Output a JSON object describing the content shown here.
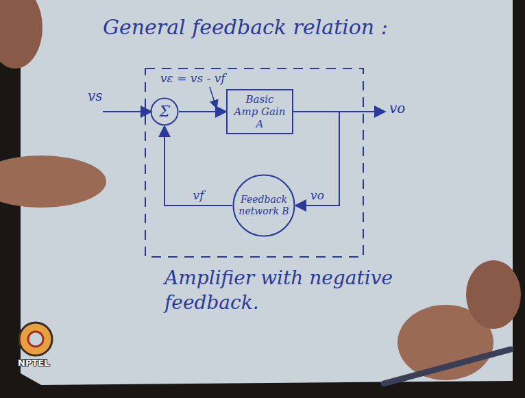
{
  "diagram": {
    "title": "General feedback relation :",
    "caption": "Amplifier with negative feedback.",
    "nodes": [
      {
        "text": [
          "Σ"
        ]
      },
      {
        "text": [
          "Basic Amp Gain A"
        ]
      },
      {
        "text": [
          "Feedback network B"
        ]
      }
    ],
    "edges": [
      {
        "from": 0,
        "to": 1,
        "arrow": "to",
        "label": "vε = vs - vf"
      },
      {
        "from": 1,
        "to": 2,
        "arrow": "to",
        "label": "vo"
      },
      {
        "from": 2,
        "to": 0,
        "arrow": "to",
        "label": "vf"
      }
    ],
    "labels": [
      "vs",
      "vo",
      "NPTEL"
    ]
  }
}
